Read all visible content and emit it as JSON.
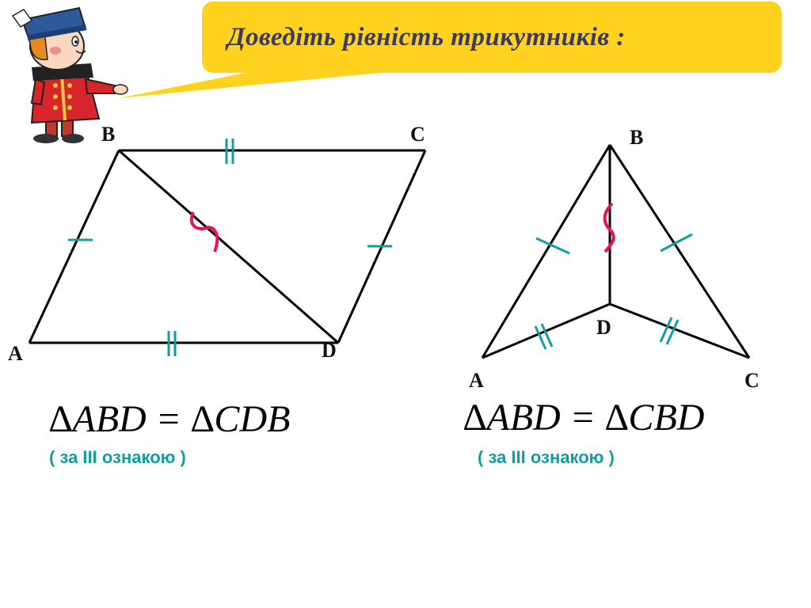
{
  "banner": {
    "title": "Доведіть  рівність  трикутників :"
  },
  "left_figure": {
    "labels": {
      "a": "A",
      "b": "B",
      "c": "C",
      "d": "D"
    },
    "equation": "∆ABD = ∆CDB",
    "note": "( за III ознакою )"
  },
  "right_figure": {
    "labels": {
      "a": "A",
      "b": "B",
      "c": "C",
      "d": "D"
    },
    "equation": "∆ABD = ∆CBD",
    "note": "( за III ознакою )"
  },
  "colors": {
    "banner": "#ffd21f",
    "tick": "#129e9e",
    "wave": "#e8125c",
    "note": "#129e9e",
    "title": "#3b3a5c"
  },
  "icons": {
    "mascot": "cartoon-boy-mascot-icon"
  }
}
